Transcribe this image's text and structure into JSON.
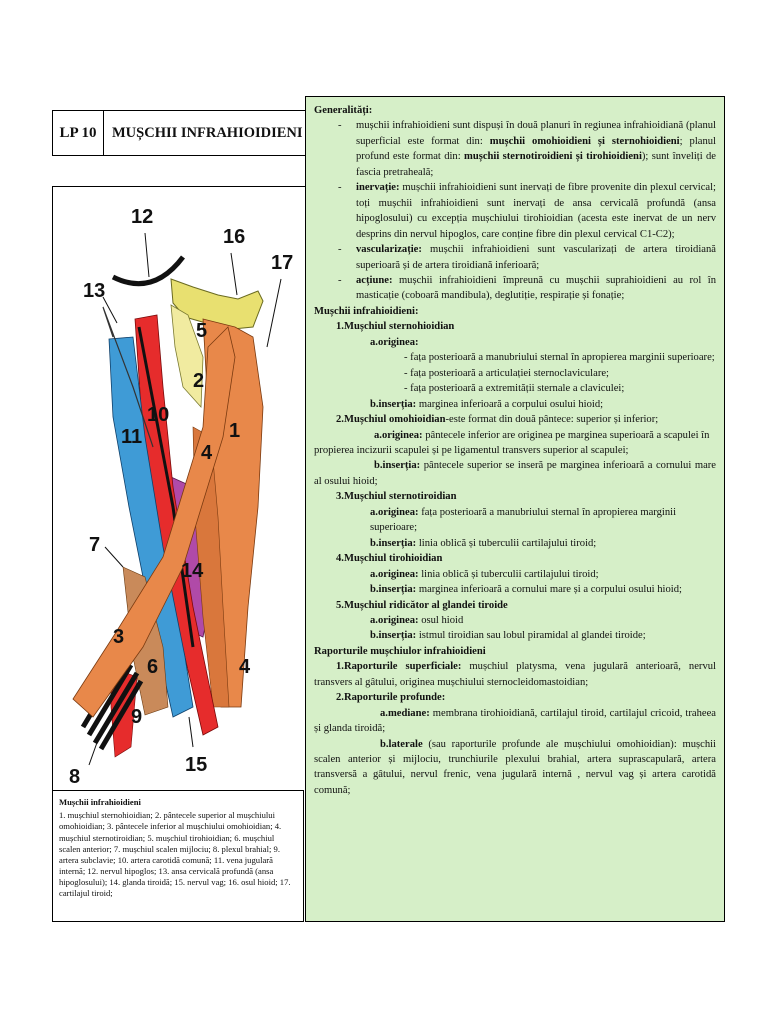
{
  "header": {
    "code": "LP 10",
    "title": "MUȘCHII INFRAHIOIDIENI"
  },
  "figure": {
    "labels": [
      "12",
      "16",
      "17",
      "13",
      "5",
      "2",
      "10",
      "11",
      "1",
      "4",
      "7",
      "14",
      "3",
      "6",
      "4",
      "9",
      "8",
      "15"
    ]
  },
  "caption": {
    "title": "Mușchii infrahioidieni",
    "text": "1. mușchiul sternohioidian; 2. pântecele superior al mușchiului omohioidian; 3. pântecele inferior al mușchiului omohioidian; 4. mușchiul sternotiroidian; 5. mușchiul tirohioidian; 6. mușchiul scalen anterior; 7. mușchiul scalen mijlociu; 8. plexul brahial; 9. artera subclavie; 10. artera carotidă comună; 11. vena jugulară internă; 12. nervul hipoglos; 13. ansa cervicală profundă (ansa hipoglosului); 14. glanda tiroidă; 15. nervul vag; 16. osul hioid; 17. cartilajul tiroid;"
  },
  "content": {
    "gen_title": "Generalități:",
    "g1a": "mușchii infrahioidieni sunt dispuși în două planuri în regiunea infrahioidiană (planul superficial este format din: ",
    "g1b": "mușchii omohioidieni și sternohioidieni",
    "g1c": "; planul profund este format din: ",
    "g1d": "mușchii sternotiroidieni și tirohioidieni",
    "g1e": "); sunt înveliți de fascia pretraheală;",
    "g2a": "inervație:",
    "g2b": " mușchii infrahioidieni sunt inervați de fibre provenite din plexul cervical;  toți mușchii infrahioidieni sunt inervați de ansa cervicală profundă (ansa hipoglosului) cu excepția mușchiului tirohioidian (acesta este inervat de un nerv desprins din nervul hipoglos,  care conține fibre din plexul cervical C1-C2);",
    "g3a": "vascularizație:",
    "g3b": " mușchii infrahioidieni sunt vascularizați de artera tiroidiană superioară și de artera tiroidiană inferioară;",
    "g4a": "acțiune:",
    "g4b": " mușchii infrahioidieni împreună cu mușchii suprahioidieni au rol în masticație (coboară mandibula), deglutiție, respirație și fonație;",
    "mus_title": "Mușchii infrahioidieni:",
    "m1": "1.Mușchiul sternohioidian",
    "m1_orig": "a.originea:",
    "m1_o1": "- fața posterioară a manubriului sternal în apropierea marginii superioare;",
    "m1_o2": "- fața posterioară a articulației sternoclaviculare;",
    "m1_o3": "- fața posterioară a extremității sternale a claviculei;",
    "m1_ins_l": "b.inserția:",
    "m1_ins": " marginea inferioară a corpului osului hioid;",
    "m2_l": "2.Mușchiul omohioidian",
    "m2_t": "-este format din două pântece: superior și inferior;",
    "m2_orig_l": "a.originea:",
    "m2_orig": " pântecele inferior are originea pe marginea superioară a scapulei în",
    "m2_orig2": "propierea incizurii scapulei și pe ligamentul transvers superior al scapulei;",
    "m2_ins_l": "b.inserția:",
    "m2_ins": " pântecele superior se inseră pe marginea inferioară a cornului mare al osului hioid;",
    "m3": "3.Mușchiul sternotiroidian",
    "m3_orig_l": "a.originea:",
    "m3_orig": " fața posterioară a manubriului sternal în apropierea marginii superioare;",
    "m3_ins_l": "b.inserția:",
    "m3_ins": " linia oblică și tuberculii cartilajului tiroid;",
    "m4": "4.Mușchiul tirohioidian",
    "m4_orig_l": "a.originea:",
    "m4_orig": " linia oblică și tuberculii cartilajului tiroid;",
    "m4_ins_l": "b.inserția:",
    "m4_ins": " marginea inferioară a cornului mare și a corpului osului hioid;",
    "m5": "5.Mușchiul ridicător al glandei tiroide",
    "m5_orig_l": "a.originea:",
    "m5_orig": " osul hioid",
    "m5_ins_l": "b.inserția:",
    "m5_ins": " istmul tiroidian sau lobul piramidal al glandei tiroide;",
    "rap_title": "Raporturile mușchiulor infrahioidieni",
    "r1_l": "1.Raporturile superficiale:",
    "r1": " mușchiul platysma, vena jugulară anterioară, nervul transvers al gâtului, originea mușchiului sternocleidomastoidian;",
    "r2": "2.Raporturile profunde:",
    "r2a_l": "a.mediane:",
    "r2a": " membrana tirohioidiană, cartilajul tiroid, cartilajul cricoid, traheea și glanda tiroidă;",
    "r2b_l": "b.laterale",
    "r2b": " (sau raporturile profunde ale mușchiului omohioidian): mușchii scalen anterior și mijlociu, trunchiurile plexului brahial, artera suprascapulară, artera transversă a gâtului, nervul frenic, vena jugulară internă , nervul vag și artera carotidă comună;"
  },
  "colors": {
    "panel_green": "#d6efc8",
    "muscle_orange": "#e8884a",
    "artery_red": "#e62c2c",
    "vein_blue": "#3f9bd6",
    "thyroid_purple": "#b04aa8",
    "hyoid_yellow": "#e8e070",
    "tan": "#c98a5a"
  }
}
